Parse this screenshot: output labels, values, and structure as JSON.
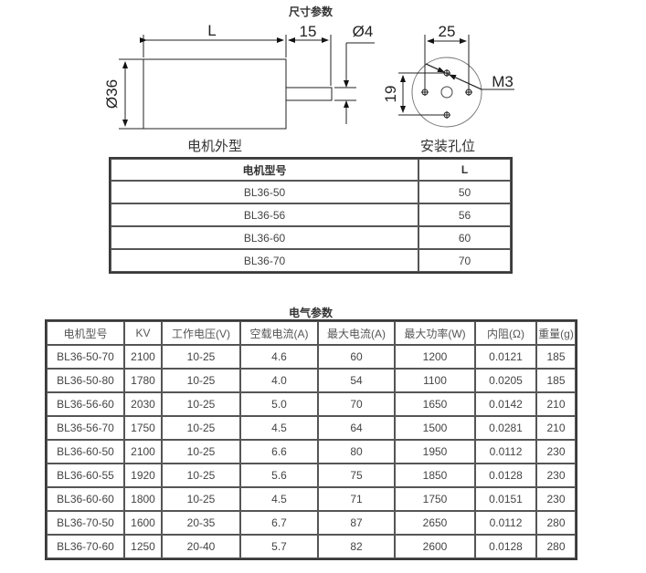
{
  "dimension_section": {
    "title": "尺寸参数",
    "drawing": {
      "motor_outline_caption": "电机外型",
      "mounting_caption": "安装孔位",
      "labels": {
        "length": "L",
        "shaft_length": "15",
        "shaft_diameter": "Ø4",
        "body_diameter": "Ø36",
        "hole_spacing_horizontal": "25",
        "hole_spacing_vertical": "19",
        "thread": "M3"
      }
    },
    "table": {
      "headers": [
        "电机型号",
        "L"
      ],
      "rows": [
        [
          "BL36-50",
          "50"
        ],
        [
          "BL36-56",
          "56"
        ],
        [
          "BL36-60",
          "60"
        ],
        [
          "BL36-70",
          "70"
        ]
      ]
    }
  },
  "electrical_section": {
    "title": "电气参数",
    "table": {
      "headers": [
        "电机型号",
        "KV",
        "工作电压(V)",
        "空载电流(A)",
        "最大电流(A)",
        "最大功率(W)",
        "内阻(Ω)",
        "重量(g)"
      ],
      "rows": [
        [
          "BL36-50-70",
          "2100",
          "10-25",
          "4.6",
          "60",
          "1200",
          "0.0121",
          "185"
        ],
        [
          "BL36-50-80",
          "1780",
          "10-25",
          "4.0",
          "54",
          "1100",
          "0.0205",
          "185"
        ],
        [
          "BL36-56-60",
          "2030",
          "10-25",
          "5.0",
          "70",
          "1650",
          "0.0142",
          "210"
        ],
        [
          "BL36-56-70",
          "1750",
          "10-25",
          "4.5",
          "64",
          "1500",
          "0.0281",
          "210"
        ],
        [
          "BL36-60-50",
          "2100",
          "10-25",
          "6.6",
          "80",
          "1950",
          "0.0112",
          "230"
        ],
        [
          "BL36-60-55",
          "1920",
          "10-25",
          "5.6",
          "75",
          "1850",
          "0.0128",
          "230"
        ],
        [
          "BL36-60-60",
          "1800",
          "10-25",
          "4.5",
          "71",
          "1750",
          "0.0151",
          "230"
        ],
        [
          "BL36-70-50",
          "1600",
          "20-35",
          "6.7",
          "87",
          "2650",
          "0.0112",
          "280"
        ],
        [
          "BL36-70-60",
          "1250",
          "20-40",
          "5.7",
          "82",
          "2600",
          "0.0128",
          "280"
        ]
      ]
    }
  }
}
